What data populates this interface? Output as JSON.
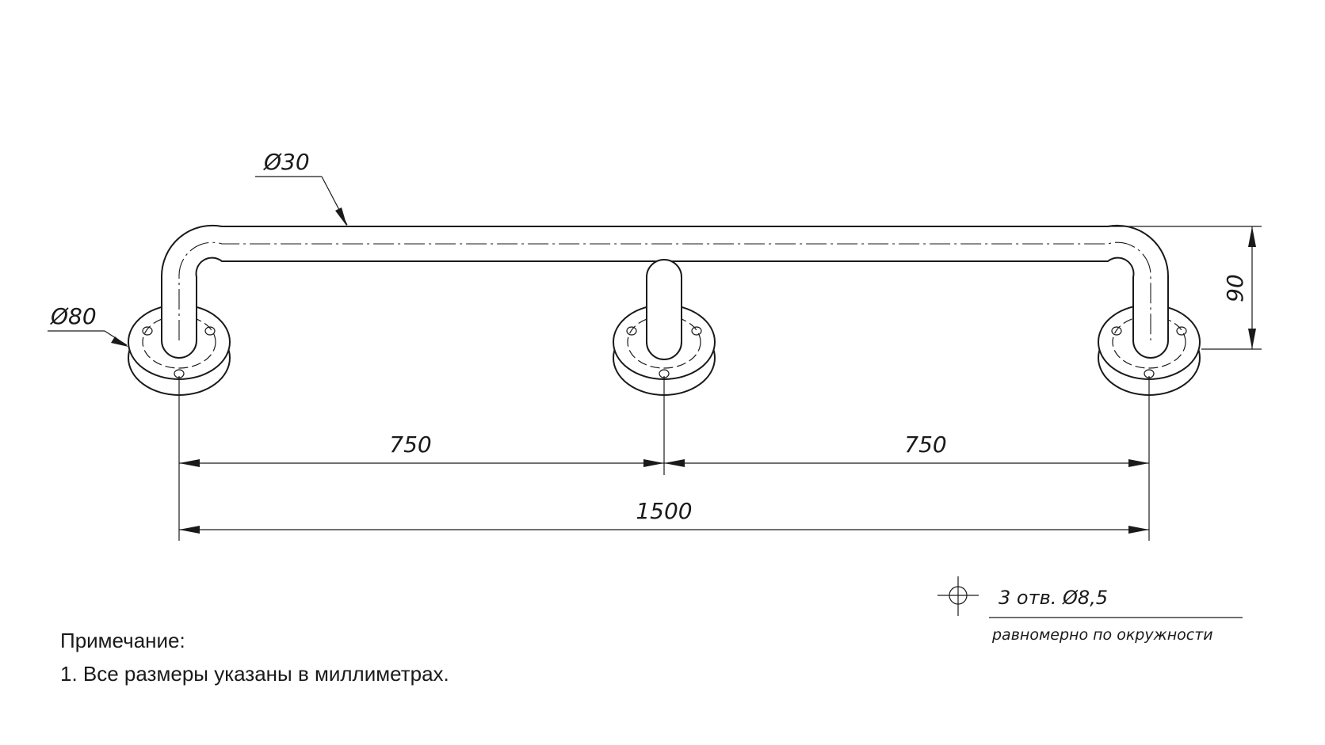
{
  "dimensions": {
    "bar_diameter": "Ø30",
    "flange_diameter": "Ø80",
    "height": "90",
    "left_span": "750",
    "right_span": "750",
    "total_length": "1500"
  },
  "holes": {
    "label": "3 отв. Ø8,5",
    "sub_label": "равномерно по окружности"
  },
  "note": {
    "title": "Примечание:",
    "line1": "1. Все размеры указаны в миллиметрах."
  },
  "colors": {
    "line": "#1a1a1a",
    "background": "#ffffff"
  }
}
